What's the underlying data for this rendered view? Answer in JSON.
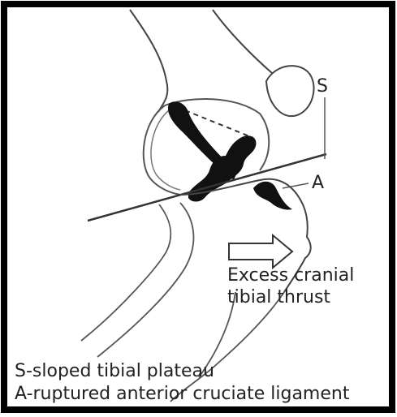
{
  "labels": {
    "s": "S",
    "a": "A",
    "thrust_line1": "Excess cranial",
    "thrust_line2": "tibial thrust"
  },
  "legend": {
    "line1": "S-sloped tibial plateau",
    "line2": "A-ruptured anterior cruciate ligament"
  },
  "colors": {
    "ink": "#222222",
    "ligament": "#111111",
    "frame": "#000000"
  }
}
